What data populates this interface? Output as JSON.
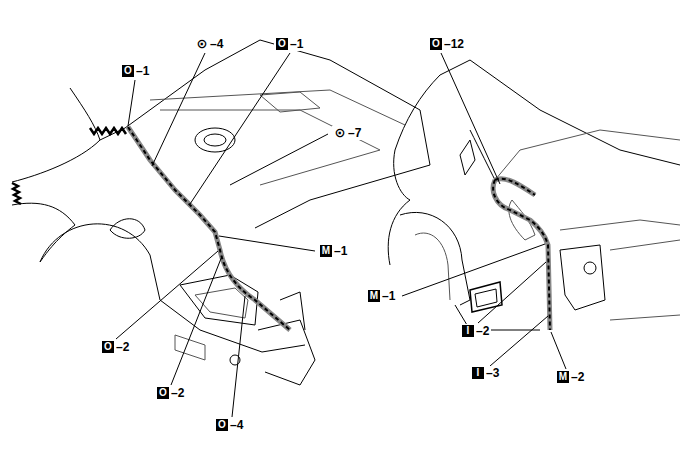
{
  "diagram": {
    "labels": [
      "O–1",
      "⊙–4",
      "O–1",
      "⊙–7",
      "M–1",
      "O–2",
      "O–2",
      "O–4",
      "O–12",
      "M–1",
      "I–2",
      "I–3",
      "M–2"
    ]
  }
}
